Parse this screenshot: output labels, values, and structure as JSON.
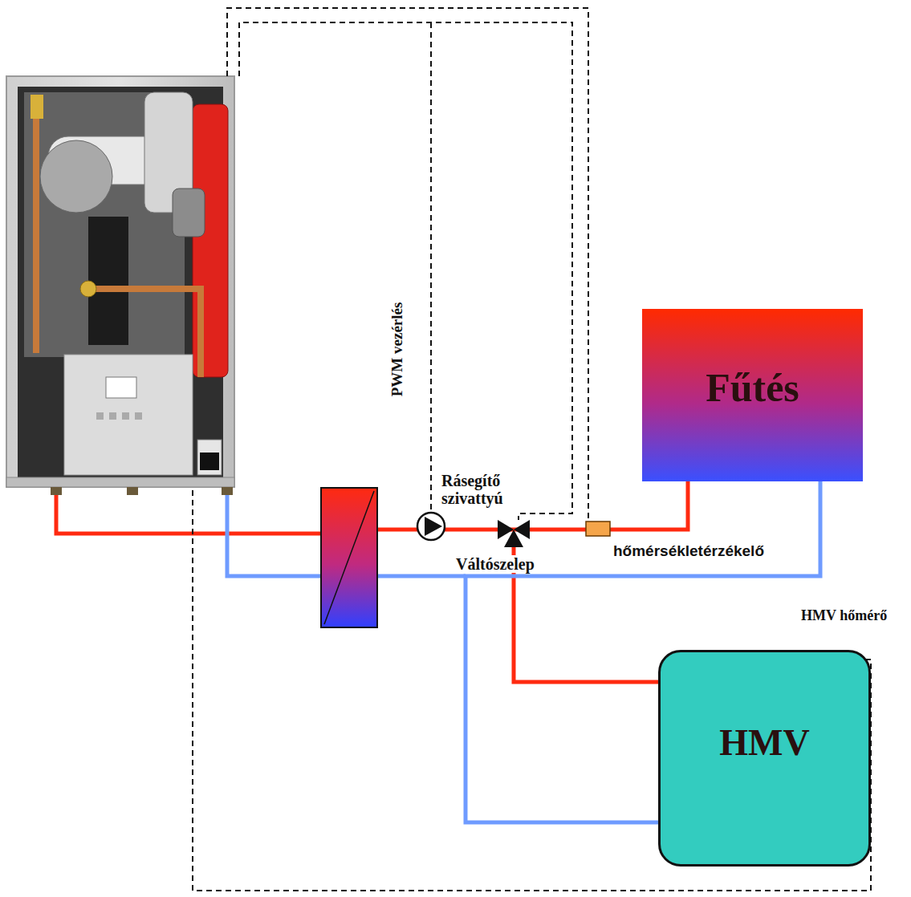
{
  "diagram": {
    "nodes": [
      {
        "text": [
          "Fűtés"
        ]
      },
      {
        "text": [
          "HMV"
        ]
      }
    ],
    "edges": [
      {
        "from": 0,
        "to": 1,
        "arrow": "none"
      }
    ],
    "labels": [
      "PWM vezérlés",
      "Rásegítő szivattyú",
      "Váltószelep",
      "hőmérsékletérzékelő",
      "HMV hőmérő"
    ]
  }
}
